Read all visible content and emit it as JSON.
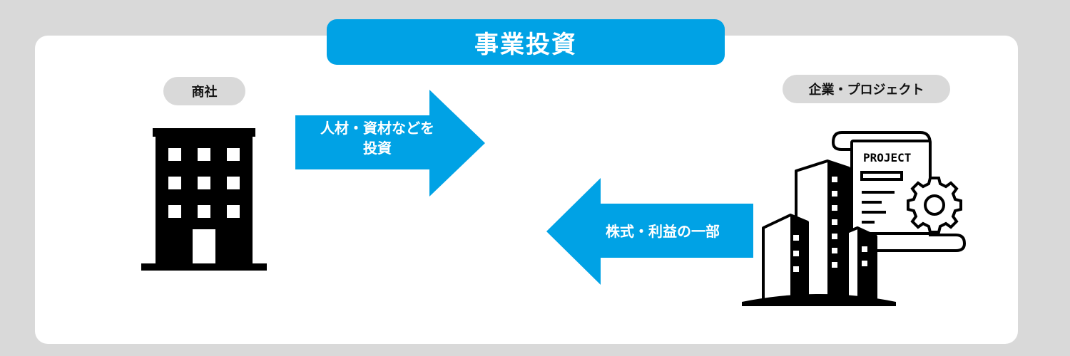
{
  "title": "事業投資",
  "left_label": "商社",
  "right_label": "企業・プロジェクト",
  "arrow_invest": {
    "line1": "人材・資材などを",
    "line2": "投資"
  },
  "arrow_return": {
    "label": "株式・利益の一部"
  },
  "project_doc_label": "PROJECT",
  "colors": {
    "accent": "#00a2e5",
    "background": "#d9d9d9",
    "card": "#ffffff",
    "icon": "#000000"
  },
  "icons": {
    "left": "office-building-icon",
    "right": "project-document-with-gear-and-buildings-icon"
  }
}
